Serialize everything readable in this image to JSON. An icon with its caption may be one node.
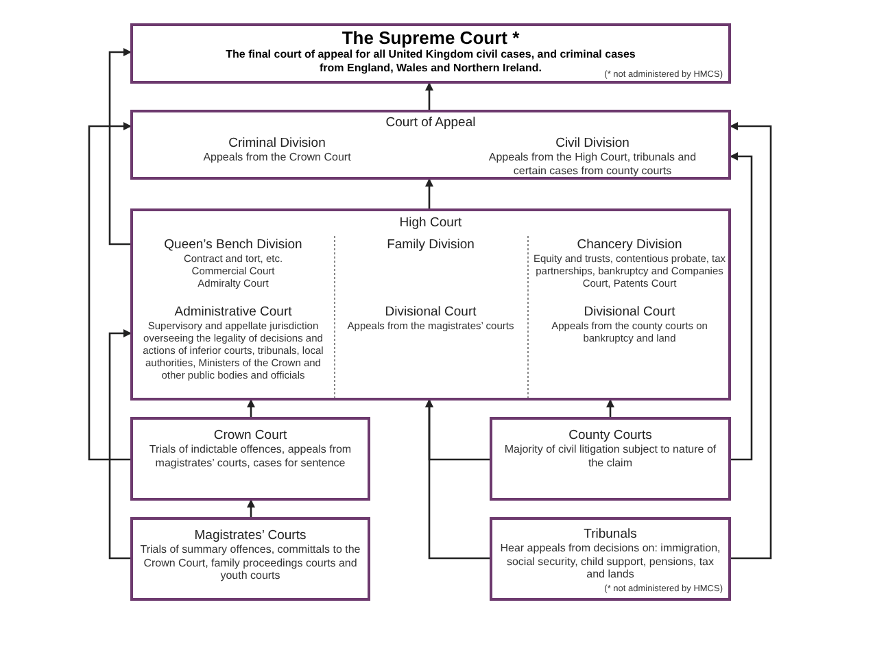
{
  "diagram": {
    "nodes": [
      {
        "text": [
          "The Supreme Court *",
          "The final court of appeal for all United Kingdom civil cases, and criminal cases from England, Wales and Northern Ireland.",
          "(* not administered by HMCS)"
        ]
      },
      {
        "text": [
          "Court of Appeal",
          "Criminal Division",
          "Appeals from the Crown Court",
          "Civil Division",
          "Appeals from the High Court, tribunals and certain cases from county courts"
        ]
      },
      {
        "text": [
          "High Court",
          "Queen’s Bench Division",
          "Contract and tort, etc.",
          "Commercial Court",
          "Admiralty Court",
          "Administrative Court",
          "Supervisory and appellate jurisdiction overseeing the legality of decisions and actions of inferior courts, tribunals, local authorities, Ministers of the Crown and other public bodies and officials",
          "Family Division",
          "Divisional Court",
          "Appeals from the magistrates’ courts",
          "Chancery Division",
          "Equity and trusts, contentious probate, tax partnerships, bankruptcy and Companies Court, Patents Court",
          "Divisional Court",
          "Appeals from the county courts on bankruptcy and land"
        ]
      },
      {
        "text": [
          "Crown Court",
          "Trials of indictable offences, appeals from magistrates’ courts, cases for sentence"
        ]
      },
      {
        "text": [
          "County Courts",
          "Majority of civil litigation subject to nature of the claim"
        ]
      },
      {
        "text": [
          "Magistrates’ Courts",
          "Trials of summary offences, committals to the Crown Court, family proceedings courts and youth courts"
        ]
      },
      {
        "text": [
          "Tribunals",
          "Hear appeals from decisions on: immigration, social security, child support, pensions, tax and lands",
          "(* not administered by HMCS)"
        ]
      }
    ],
    "edges": [
      {
        "from": 1,
        "to": 0,
        "arrow": "to"
      },
      {
        "from": 2,
        "to": 1,
        "arrow": "to"
      },
      {
        "from": 2,
        "to": 0,
        "arrow": "to"
      },
      {
        "from": 3,
        "to": 1,
        "arrow": "to"
      },
      {
        "from": 5,
        "to": 2,
        "arrow": "to"
      },
      {
        "from": 3,
        "to": 2,
        "arrow": "to"
      },
      {
        "from": 5,
        "to": 3,
        "arrow": "to"
      },
      {
        "from": 4,
        "to": 2,
        "arrow": "to"
      },
      {
        "from": 4,
        "to": 2,
        "arrow": "to"
      },
      {
        "from": 6,
        "to": 2,
        "arrow": "to"
      },
      {
        "from": 4,
        "to": 1,
        "arrow": "to"
      },
      {
        "from": 6,
        "to": 1,
        "arrow": "to"
      }
    ]
  }
}
